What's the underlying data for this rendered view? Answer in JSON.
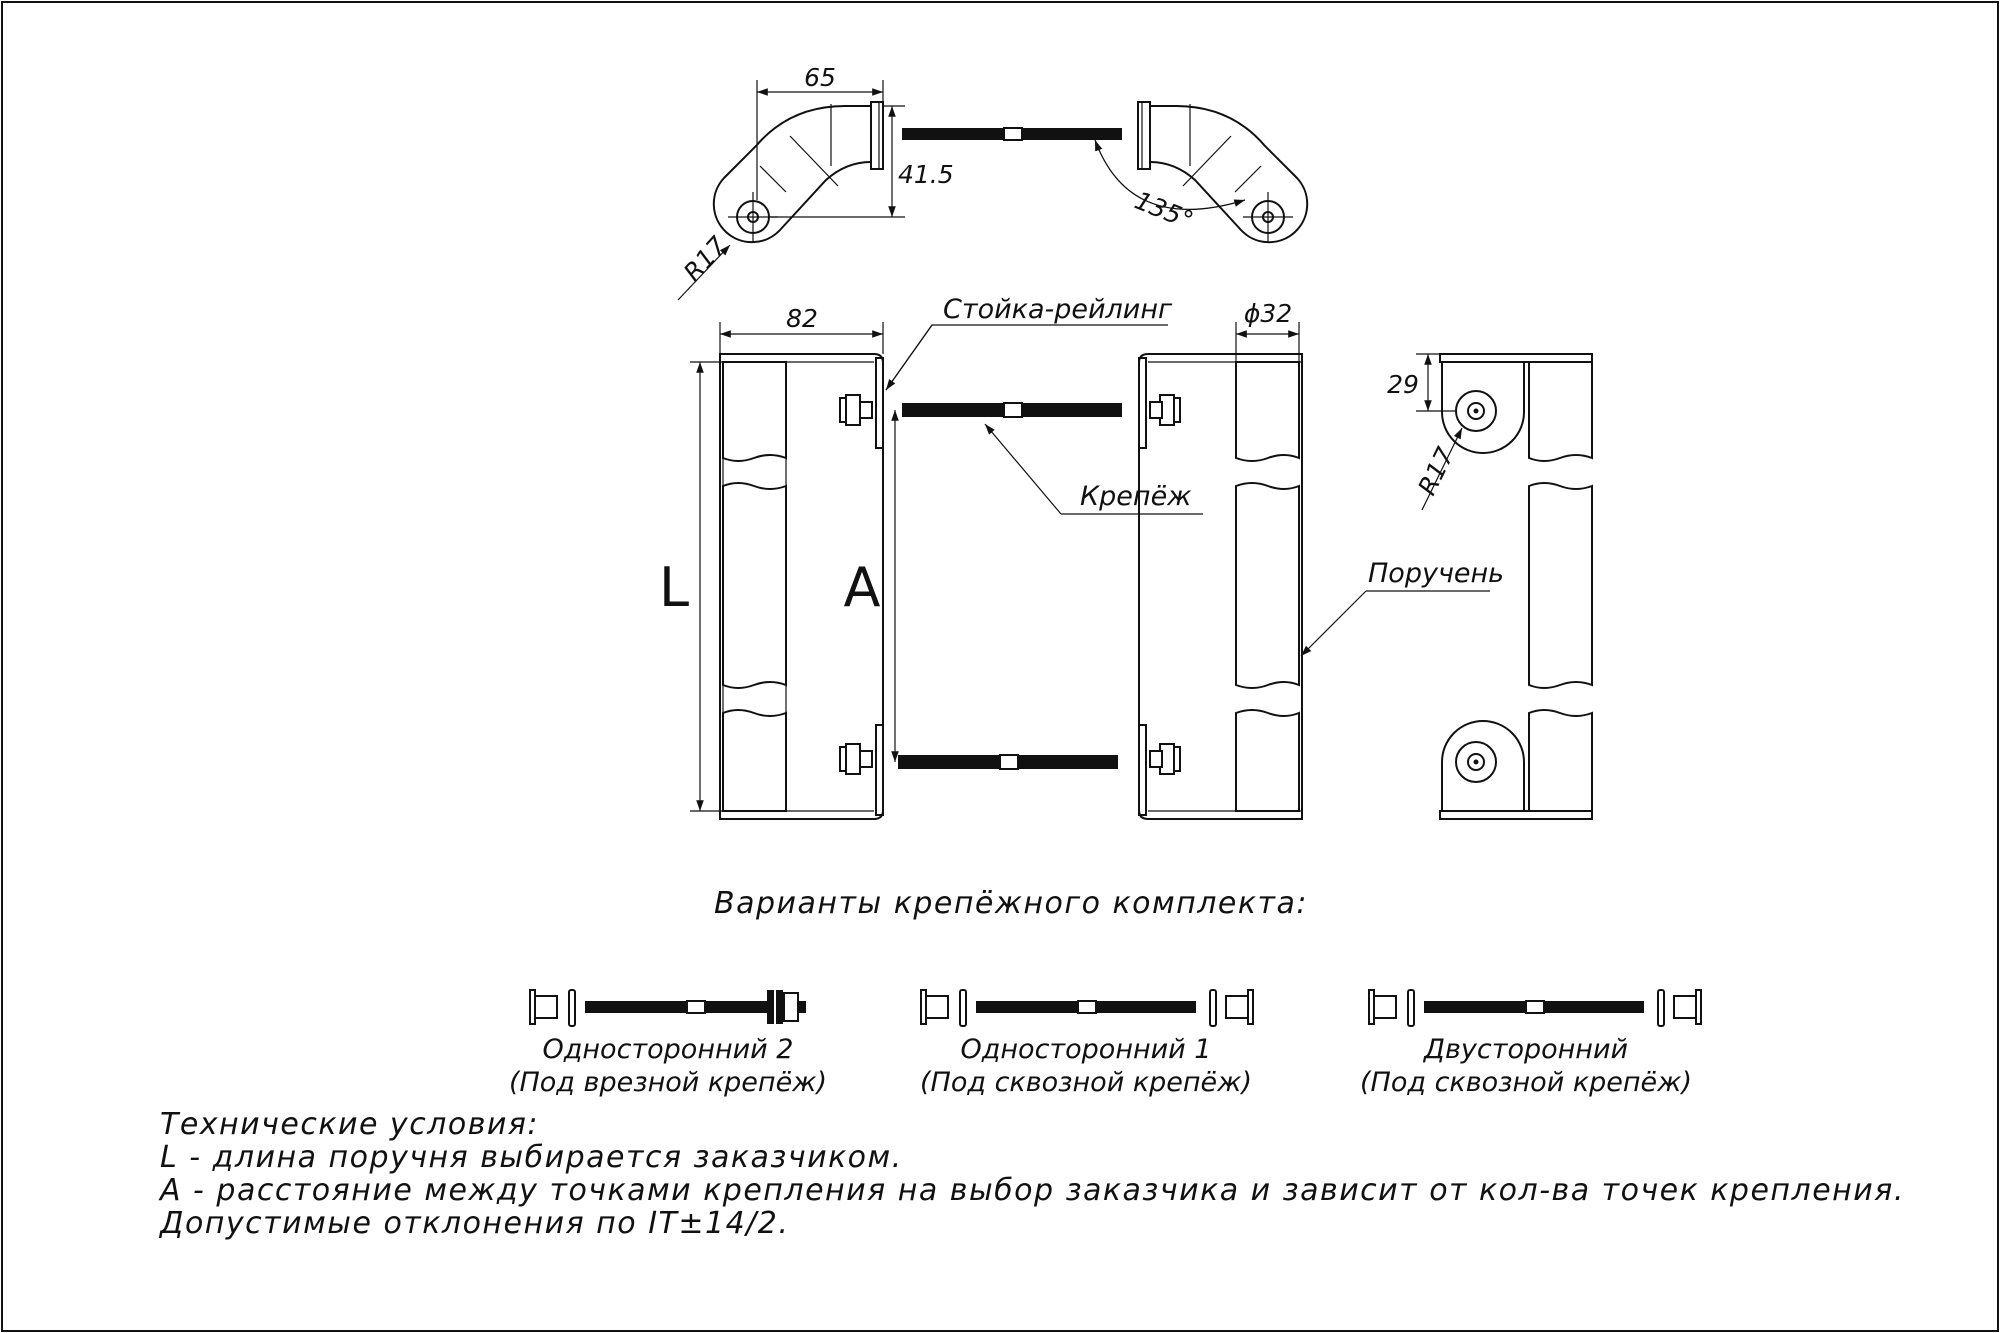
{
  "drawing": {
    "dimensions": {
      "top_width": "65",
      "top_height": "41.5",
      "top_radius": "R17",
      "top_angle": "135°",
      "front_width": "82",
      "rail_diameter": "ϕ32",
      "side_height": "29",
      "side_radius": "R17",
      "length": "L",
      "spacing": "A"
    },
    "callouts": {
      "post": "Стойка-рейлинг",
      "fastener": "Крепёж",
      "handrail": "Поручень"
    },
    "kits_title": "Варианты крепёжного комплекта:",
    "kits": [
      {
        "name": "Односторонний 2",
        "desc": "(Под врезной крепёж)"
      },
      {
        "name": "Односторонний 1",
        "desc": "(Под сквозной крепёж)"
      },
      {
        "name": "Двусторонний",
        "desc": "(Под сквозной крепёж)"
      }
    ],
    "notes": [
      "Технические условия:",
      "L - длина поручня выбирается заказчиком.",
      "A - расстояние между точками крепления на выбор заказчика и зависит от кол-ва точек крепления.",
      "Допустимые отклонения по IT±14/2."
    ]
  }
}
